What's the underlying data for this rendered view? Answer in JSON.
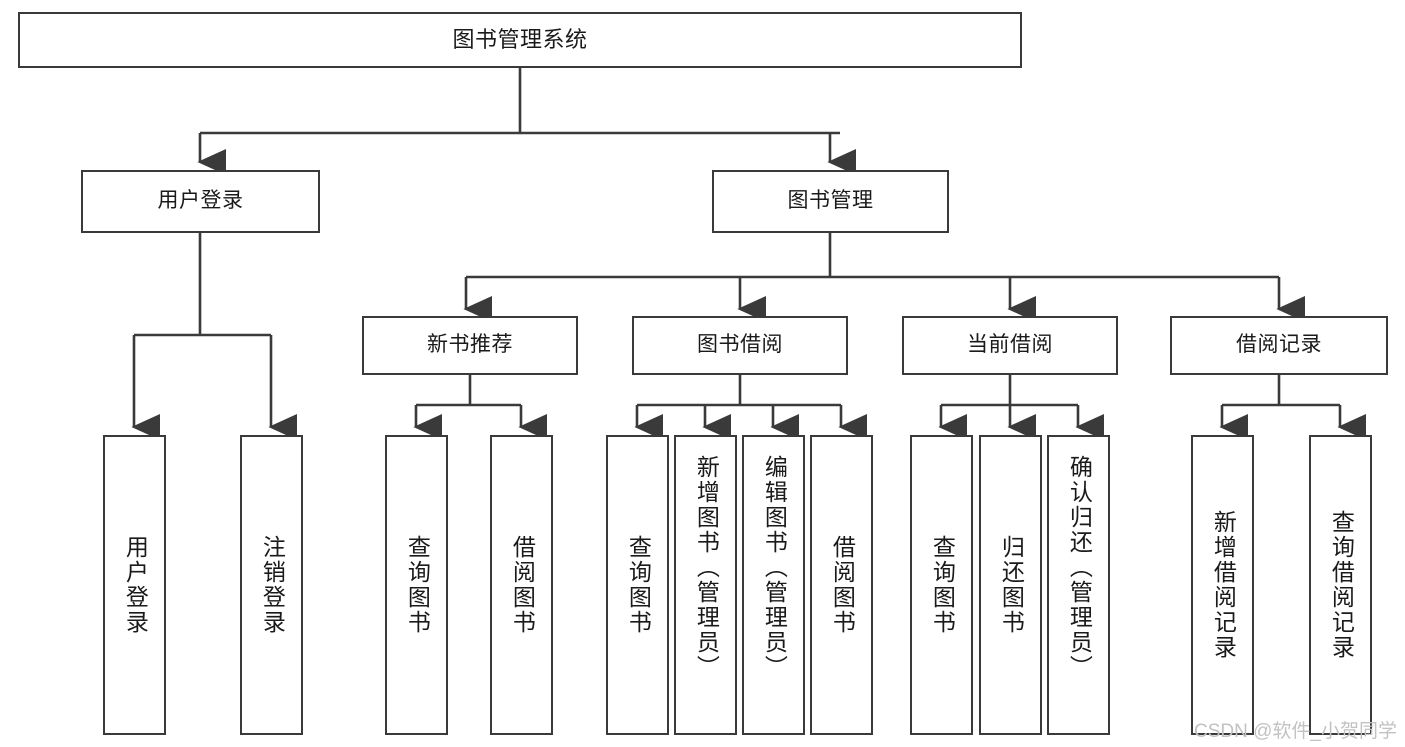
{
  "diagram": {
    "title": "图书管理系统",
    "type": "hierarchy-tree",
    "watermark": "CSDN @软件_小贺同学",
    "colors": {
      "box_border": "#3a3a3a",
      "box_fill": "#ffffff",
      "connector": "#3a3a3a",
      "text": "#1a1a1a",
      "watermark": "#c2c2c2"
    },
    "nodes": {
      "root": {
        "label": "图书管理系统"
      },
      "level2": [
        {
          "label": "用户登录"
        },
        {
          "label": "图书管理"
        }
      ],
      "level3": [
        {
          "label": "新书推荐"
        },
        {
          "label": "图书借阅"
        },
        {
          "label": "当前借阅"
        },
        {
          "label": "借阅记录"
        }
      ],
      "leaves": {
        "user_login": [
          {
            "label": "用户登录"
          },
          {
            "label": "注销登录"
          }
        ],
        "new_book_recommend": [
          {
            "label": "查询图书"
          },
          {
            "label": "借阅图书"
          }
        ],
        "book_borrow": [
          {
            "label": "查询图书"
          },
          {
            "label": "新增图书（管理员）"
          },
          {
            "label": "编辑图书（管理员）"
          },
          {
            "label": "借阅图书"
          }
        ],
        "current_borrow": [
          {
            "label": "查询图书"
          },
          {
            "label": "归还图书"
          },
          {
            "label": "确认归还（管理员）"
          }
        ],
        "borrow_record": [
          {
            "label": "新增借阅记录"
          },
          {
            "label": "查询借阅记录"
          }
        ]
      }
    }
  }
}
